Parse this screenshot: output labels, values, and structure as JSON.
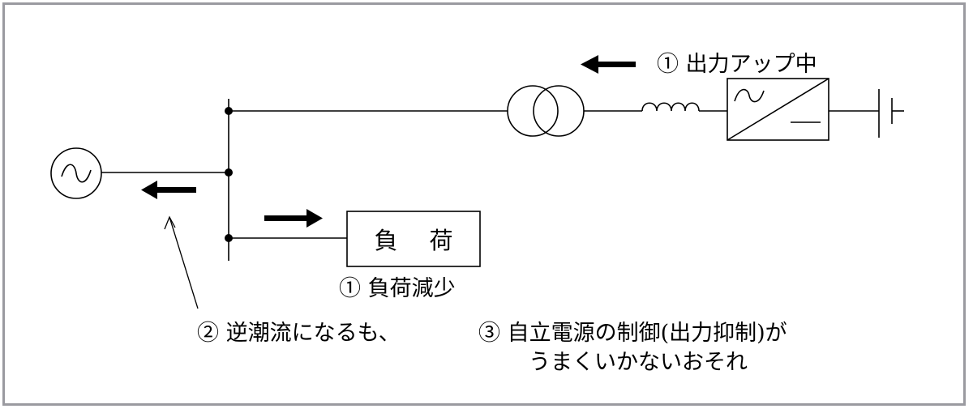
{
  "load_box": {
    "char1": "負",
    "char2": "荷"
  },
  "labels": {
    "inverter_output": "① 出力アップ中",
    "load_decrease": "① 負荷減少",
    "reverse_flow": "② 逆潮流になるも、",
    "control_line1": "③ 自立電源の制御(出力抑制)が",
    "control_line2": "うまくいかないおそれ"
  },
  "colors": {
    "line": "#000000",
    "frame": "#9a9aa0"
  },
  "icons": [
    "ac-generator-icon",
    "transformer-icon",
    "reactor-coil-icon",
    "inverter-icon",
    "battery-icon"
  ]
}
